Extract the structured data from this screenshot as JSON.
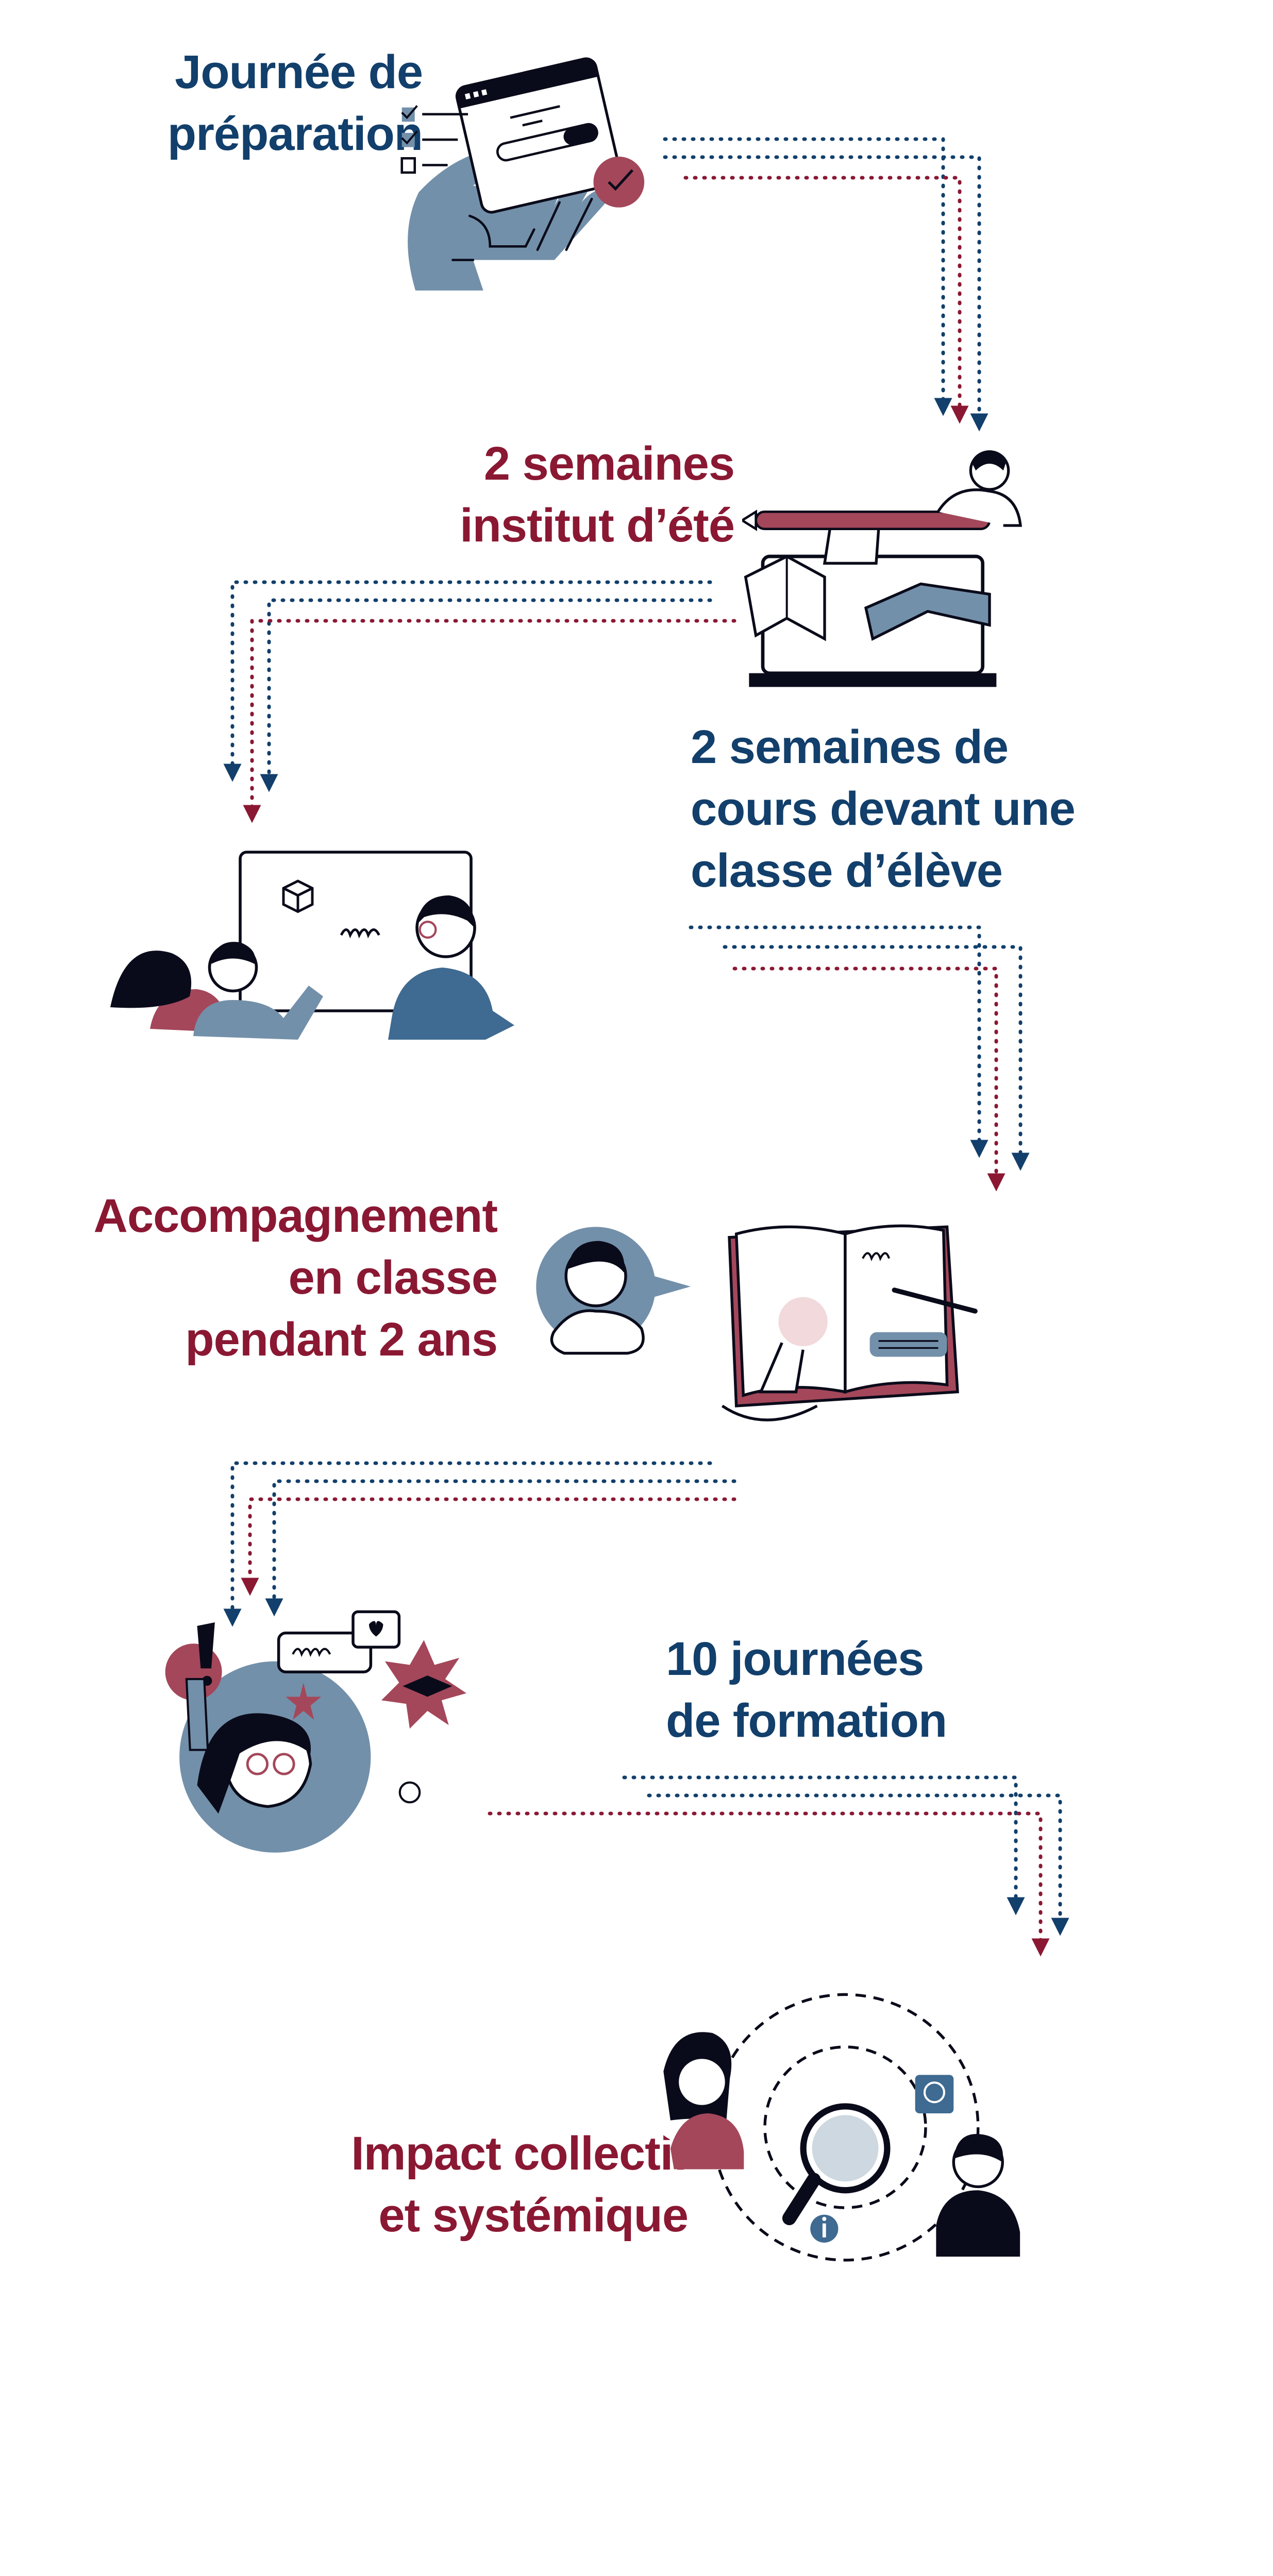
{
  "colors": {
    "blue": "#123f6b",
    "red": "#8a1833",
    "illustration_blue": "#7390aa",
    "illustration_red": "#a4475a",
    "ink": "#0a0b1a"
  },
  "steps": [
    {
      "lines": [
        "Journée de",
        "préparation"
      ],
      "color": "blue",
      "icon": "hand-holding-checklist-icon"
    },
    {
      "lines": [
        "2 semaines",
        "institut d’été"
      ],
      "color": "red",
      "icon": "laptop-books-pencil-icon"
    },
    {
      "lines": [
        "2 semaines de",
        "cours devant une",
        "classe d’élève"
      ],
      "color": "blue",
      "icon": "teacher-whiteboard-students-icon"
    },
    {
      "lines": [
        "Accompagnement",
        "en classe",
        "pendant 2 ans"
      ],
      "color": "red",
      "icon": "coach-notebook-icon"
    },
    {
      "lines": [
        "10 journées",
        "de formation"
      ],
      "color": "blue",
      "icon": "training-ideas-icon"
    },
    {
      "lines": [
        "Impact collectif",
        "et systémique"
      ],
      "color": "red",
      "icon": "magnifier-gear-people-icon"
    }
  ]
}
